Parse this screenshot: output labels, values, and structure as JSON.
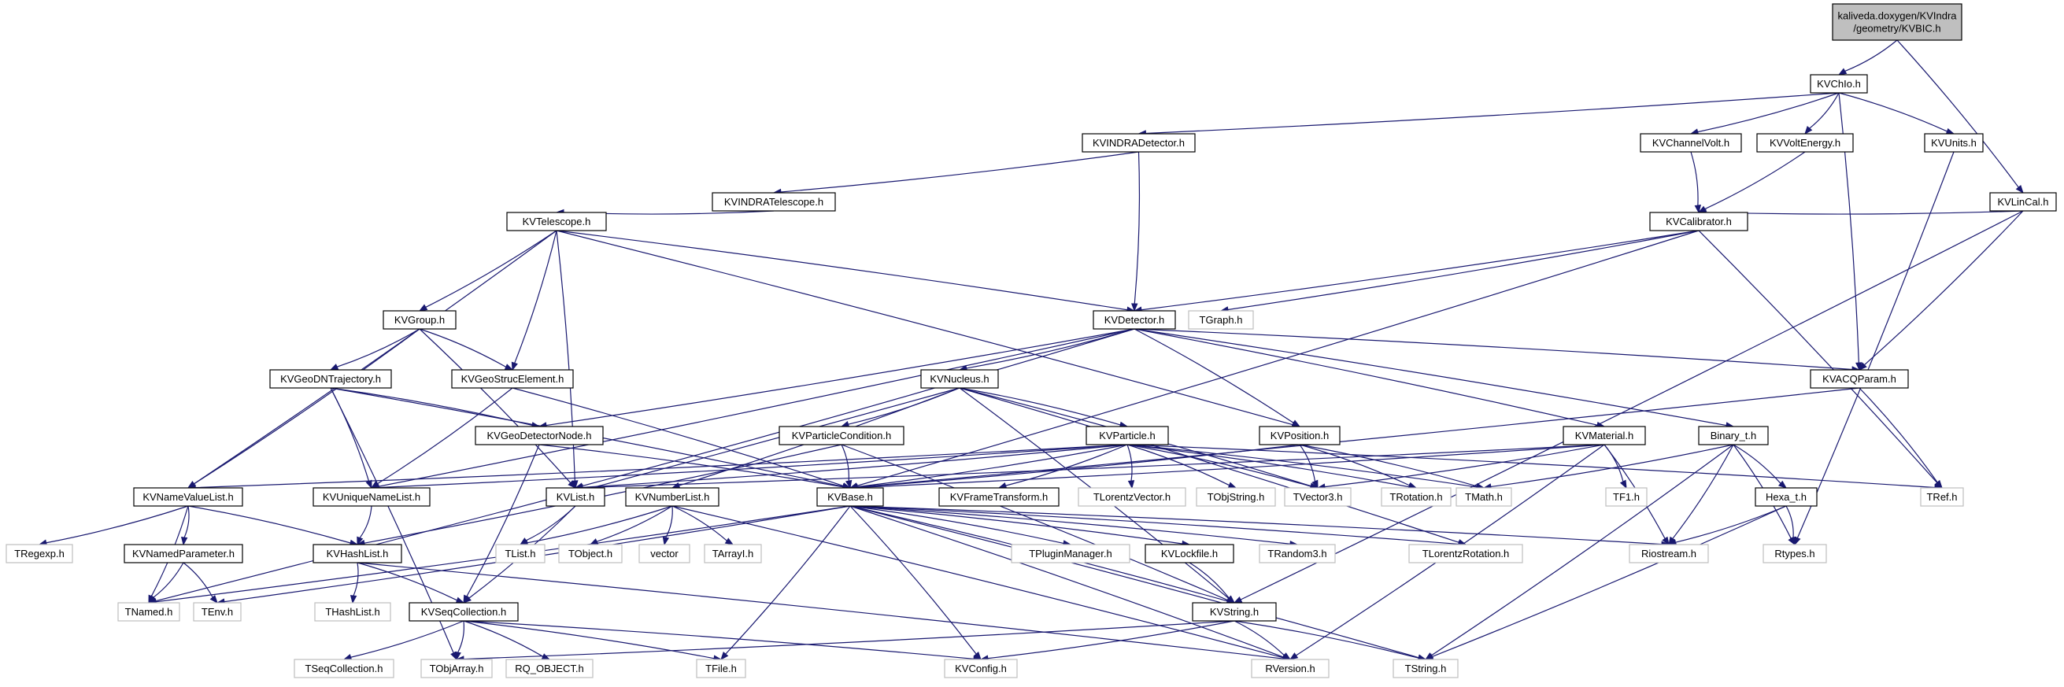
{
  "diagram": {
    "type": "include-dependency-graph",
    "colors": {
      "edge": "#191970",
      "root_fill": "#bfbfbf",
      "node_border": "#000000",
      "external_border": "#bfbfbf",
      "background": "#ffffff"
    },
    "nodes": [
      {
        "id": "root",
        "lines": [
          "kaliveda.doxygen/KVIndra",
          "/geometry/KVBIC.h"
        ],
        "kind": "root"
      },
      {
        "id": "KVChIo",
        "lines": [
          "KVChIo.h"
        ],
        "kind": "doc"
      },
      {
        "id": "KVLinCal",
        "lines": [
          "KVLinCal.h"
        ],
        "kind": "doc"
      },
      {
        "id": "KVINDRADetector",
        "lines": [
          "KVINDRADetector.h"
        ],
        "kind": "doc"
      },
      {
        "id": "KVChannelVolt",
        "lines": [
          "KVChannelVolt.h"
        ],
        "kind": "doc"
      },
      {
        "id": "KVVoltEnergy",
        "lines": [
          "KVVoltEnergy.h"
        ],
        "kind": "doc"
      },
      {
        "id": "KVUnits",
        "lines": [
          "KVUnits.h"
        ],
        "kind": "doc"
      },
      {
        "id": "KVINDRATelescope",
        "lines": [
          "KVINDRATelescope.h"
        ],
        "kind": "doc"
      },
      {
        "id": "KVCalibrator",
        "lines": [
          "KVCalibrator.h"
        ],
        "kind": "doc"
      },
      {
        "id": "KVTelescope",
        "lines": [
          "KVTelescope.h"
        ],
        "kind": "doc"
      },
      {
        "id": "KVGroup",
        "lines": [
          "KVGroup.h"
        ],
        "kind": "doc"
      },
      {
        "id": "KVDetector",
        "lines": [
          "KVDetector.h"
        ],
        "kind": "doc"
      },
      {
        "id": "TGraph",
        "lines": [
          "TGraph.h"
        ],
        "kind": "ext"
      },
      {
        "id": "KVGeoDNTrajectory",
        "lines": [
          "KVGeoDNTrajectory.h"
        ],
        "kind": "doc"
      },
      {
        "id": "KVGeoStrucElement",
        "lines": [
          "KVGeoStrucElement.h"
        ],
        "kind": "doc"
      },
      {
        "id": "KVNucleus",
        "lines": [
          "KVNucleus.h"
        ],
        "kind": "doc"
      },
      {
        "id": "KVACQParam",
        "lines": [
          "KVACQParam.h"
        ],
        "kind": "doc"
      },
      {
        "id": "KVGeoDetectorNode",
        "lines": [
          "KVGeoDetectorNode.h"
        ],
        "kind": "doc"
      },
      {
        "id": "KVParticleCondition",
        "lines": [
          "KVParticleCondition.h"
        ],
        "kind": "doc"
      },
      {
        "id": "KVParticle",
        "lines": [
          "KVParticle.h"
        ],
        "kind": "doc"
      },
      {
        "id": "KVPosition",
        "lines": [
          "KVPosition.h"
        ],
        "kind": "doc"
      },
      {
        "id": "KVMaterial",
        "lines": [
          "KVMaterial.h"
        ],
        "kind": "doc"
      },
      {
        "id": "Binary_t",
        "lines": [
          "Binary_t.h"
        ],
        "kind": "doc"
      },
      {
        "id": "KVNameValueList",
        "lines": [
          "KVNameValueList.h"
        ],
        "kind": "doc"
      },
      {
        "id": "KVUniqueNameList",
        "lines": [
          "KVUniqueNameList.h"
        ],
        "kind": "doc"
      },
      {
        "id": "KVList",
        "lines": [
          "KVList.h"
        ],
        "kind": "doc"
      },
      {
        "id": "KVNumberList",
        "lines": [
          "KVNumberList.h"
        ],
        "kind": "doc"
      },
      {
        "id": "KVBase",
        "lines": [
          "KVBase.h"
        ],
        "kind": "doc"
      },
      {
        "id": "KVFrameTransform",
        "lines": [
          "KVFrameTransform.h"
        ],
        "kind": "doc"
      },
      {
        "id": "TLorentzVector",
        "lines": [
          "TLorentzVector.h"
        ],
        "kind": "ext"
      },
      {
        "id": "TObjString",
        "lines": [
          "TObjString.h"
        ],
        "kind": "ext"
      },
      {
        "id": "TVector3",
        "lines": [
          "TVector3.h"
        ],
        "kind": "ext"
      },
      {
        "id": "TRotation",
        "lines": [
          "TRotation.h"
        ],
        "kind": "ext"
      },
      {
        "id": "TMath",
        "lines": [
          "TMath.h"
        ],
        "kind": "ext"
      },
      {
        "id": "TF1",
        "lines": [
          "TF1.h"
        ],
        "kind": "ext"
      },
      {
        "id": "Hexa_t",
        "lines": [
          "Hexa_t.h"
        ],
        "kind": "doc"
      },
      {
        "id": "TRef",
        "lines": [
          "TRef.h"
        ],
        "kind": "ext"
      },
      {
        "id": "TRegexp",
        "lines": [
          "TRegexp.h"
        ],
        "kind": "ext"
      },
      {
        "id": "KVNamedParameter",
        "lines": [
          "KVNamedParameter.h"
        ],
        "kind": "doc"
      },
      {
        "id": "KVHashList",
        "lines": [
          "KVHashList.h"
        ],
        "kind": "doc"
      },
      {
        "id": "TList",
        "lines": [
          "TList.h"
        ],
        "kind": "ext"
      },
      {
        "id": "TObject",
        "lines": [
          "TObject.h"
        ],
        "kind": "ext"
      },
      {
        "id": "vector",
        "lines": [
          "vector"
        ],
        "kind": "ext"
      },
      {
        "id": "TArrayI",
        "lines": [
          "TArrayI.h"
        ],
        "kind": "ext"
      },
      {
        "id": "TPluginManager",
        "lines": [
          "TPluginManager.h"
        ],
        "kind": "ext"
      },
      {
        "id": "KVLockfile",
        "lines": [
          "KVLockfile.h"
        ],
        "kind": "doc"
      },
      {
        "id": "TRandom3",
        "lines": [
          "TRandom3.h"
        ],
        "kind": "ext"
      },
      {
        "id": "TLorentzRotation",
        "lines": [
          "TLorentzRotation.h"
        ],
        "kind": "ext"
      },
      {
        "id": "Riostream",
        "lines": [
          "Riostream.h"
        ],
        "kind": "ext"
      },
      {
        "id": "Rtypes",
        "lines": [
          "Rtypes.h"
        ],
        "kind": "ext"
      },
      {
        "id": "TNamed",
        "lines": [
          "TNamed.h"
        ],
        "kind": "ext"
      },
      {
        "id": "TEnv",
        "lines": [
          "TEnv.h"
        ],
        "kind": "ext"
      },
      {
        "id": "THashList",
        "lines": [
          "THashList.h"
        ],
        "kind": "ext"
      },
      {
        "id": "KVSeqCollection",
        "lines": [
          "KVSeqCollection.h"
        ],
        "kind": "doc"
      },
      {
        "id": "KVString",
        "lines": [
          "KVString.h"
        ],
        "kind": "doc"
      },
      {
        "id": "TSeqCollection",
        "lines": [
          "TSeqCollection.h"
        ],
        "kind": "ext"
      },
      {
        "id": "TObjArray",
        "lines": [
          "TObjArray.h"
        ],
        "kind": "ext"
      },
      {
        "id": "RQ_OBJECT",
        "lines": [
          "RQ_OBJECT.h"
        ],
        "kind": "ext"
      },
      {
        "id": "TFile",
        "lines": [
          "TFile.h"
        ],
        "kind": "ext"
      },
      {
        "id": "KVConfig",
        "lines": [
          "KVConfig.h"
        ],
        "kind": "ext"
      },
      {
        "id": "RVersion",
        "lines": [
          "RVersion.h"
        ],
        "kind": "ext"
      },
      {
        "id": "TString",
        "lines": [
          "TString.h"
        ],
        "kind": "ext"
      }
    ],
    "edges": [
      [
        "root",
        "KVChIo"
      ],
      [
        "root",
        "KVLinCal"
      ],
      [
        "KVChIo",
        "KVINDRADetector"
      ],
      [
        "KVChIo",
        "KVChannelVolt"
      ],
      [
        "KVChIo",
        "KVVoltEnergy"
      ],
      [
        "KVChIo",
        "KVUnits"
      ],
      [
        "KVChIo",
        "KVACQParam"
      ],
      [
        "KVLinCal",
        "KVCalibrator"
      ],
      [
        "KVLinCal",
        "KVACQParam"
      ],
      [
        "KVLinCal",
        "KVString"
      ],
      [
        "KVINDRADetector",
        "KVINDRATelescope"
      ],
      [
        "KVINDRADetector",
        "KVDetector"
      ],
      [
        "KVChannelVolt",
        "KVCalibrator"
      ],
      [
        "KVVoltEnergy",
        "KVCalibrator"
      ],
      [
        "KVUnits",
        "Rtypes"
      ],
      [
        "KVINDRATelescope",
        "KVTelescope"
      ],
      [
        "KVCalibrator",
        "KVDetector"
      ],
      [
        "KVCalibrator",
        "TGraph"
      ],
      [
        "KVCalibrator",
        "KVBase"
      ],
      [
        "KVCalibrator",
        "TRef"
      ],
      [
        "KVTelescope",
        "KVGroup"
      ],
      [
        "KVTelescope",
        "KVGeoStrucElement"
      ],
      [
        "KVTelescope",
        "KVDetector"
      ],
      [
        "KVTelescope",
        "KVPosition"
      ],
      [
        "KVTelescope",
        "KVNameValueList"
      ],
      [
        "KVTelescope",
        "KVList"
      ],
      [
        "KVGroup",
        "KVGeoDNTrajectory"
      ],
      [
        "KVGroup",
        "KVGeoStrucElement"
      ],
      [
        "KVGroup",
        "KVNameValueList"
      ],
      [
        "KVGroup",
        "KVList"
      ],
      [
        "KVDetector",
        "KVNucleus"
      ],
      [
        "KVDetector",
        "KVACQParam"
      ],
      [
        "KVDetector",
        "KVPosition"
      ],
      [
        "KVDetector",
        "KVMaterial"
      ],
      [
        "KVDetector",
        "Binary_t"
      ],
      [
        "KVDetector",
        "KVGeoDetectorNode"
      ],
      [
        "KVDetector",
        "KVUniqueNameList"
      ],
      [
        "KVDetector",
        "KVList"
      ],
      [
        "KVGeoDNTrajectory",
        "KVGeoDetectorNode"
      ],
      [
        "KVGeoDNTrajectory",
        "KVUniqueNameList"
      ],
      [
        "KVGeoDNTrajectory",
        "KVBase"
      ],
      [
        "KVGeoDNTrajectory",
        "TObjArray"
      ],
      [
        "KVGeoStrucElement",
        "KVUniqueNameList"
      ],
      [
        "KVGeoStrucElement",
        "KVBase"
      ],
      [
        "KVNucleus",
        "KVParticle"
      ],
      [
        "KVNucleus",
        "KVParticleCondition"
      ],
      [
        "KVNucleus",
        "KVNumberList"
      ],
      [
        "KVNucleus",
        "KVString"
      ],
      [
        "KVNucleus",
        "TVector3"
      ],
      [
        "KVNucleus",
        "TNamed"
      ],
      [
        "KVNucleus",
        "TLorentzRotation"
      ],
      [
        "KVACQParam",
        "KVBase"
      ],
      [
        "KVACQParam",
        "TRef"
      ],
      [
        "KVGeoDetectorNode",
        "KVBase"
      ],
      [
        "KVGeoDetectorNode",
        "KVSeqCollection"
      ],
      [
        "KVParticleCondition",
        "KVBase"
      ],
      [
        "KVParticleCondition",
        "KVHashList"
      ],
      [
        "KVParticleCondition",
        "KVString"
      ],
      [
        "KVParticle",
        "KVBase"
      ],
      [
        "KVParticle",
        "KVFrameTransform"
      ],
      [
        "KVParticle",
        "TLorentzVector"
      ],
      [
        "KVParticle",
        "TObjString"
      ],
      [
        "KVParticle",
        "TVector3"
      ],
      [
        "KVParticle",
        "TRotation"
      ],
      [
        "KVParticle",
        "TMath"
      ],
      [
        "KVParticle",
        "KVNameValueList"
      ],
      [
        "KVParticle",
        "KVUniqueNameList"
      ],
      [
        "KVParticle",
        "KVList"
      ],
      [
        "KVParticle",
        "TRef"
      ],
      [
        "KVPosition",
        "TVector3"
      ],
      [
        "KVPosition",
        "TRotation"
      ],
      [
        "KVPosition",
        "TMath"
      ],
      [
        "KVPosition",
        "KVBase"
      ],
      [
        "KVMaterial",
        "KVBase"
      ],
      [
        "KVMaterial",
        "TF1"
      ],
      [
        "KVMaterial",
        "Riostream"
      ],
      [
        "KVMaterial",
        "RVersion"
      ],
      [
        "KVMaterial",
        "TVector3"
      ],
      [
        "KVMaterial",
        "KVList"
      ],
      [
        "Binary_t",
        "Hexa_t"
      ],
      [
        "Binary_t",
        "TMath"
      ],
      [
        "Binary_t",
        "Riostream"
      ],
      [
        "Binary_t",
        "Rtypes"
      ],
      [
        "Binary_t",
        "TString"
      ],
      [
        "KVNameValueList",
        "TRegexp"
      ],
      [
        "KVNameValueList",
        "KVNamedParameter"
      ],
      [
        "KVNameValueList",
        "KVHashList"
      ],
      [
        "KVNameValueList",
        "TNamed"
      ],
      [
        "KVUniqueNameList",
        "KVHashList"
      ],
      [
        "KVList",
        "TList"
      ],
      [
        "KVList",
        "KVSeqCollection"
      ],
      [
        "KVNumberList",
        "TList"
      ],
      [
        "KVNumberList",
        "TObject"
      ],
      [
        "KVNumberList",
        "vector"
      ],
      [
        "KVNumberList",
        "TArrayI"
      ],
      [
        "KVNumberList",
        "RVersion"
      ],
      [
        "KVBase",
        "TPluginManager"
      ],
      [
        "KVBase",
        "KVLockfile"
      ],
      [
        "KVBase",
        "TRandom3"
      ],
      [
        "KVBase",
        "TLorentzRotation"
      ],
      [
        "KVBase",
        "Riostream"
      ],
      [
        "KVBase",
        "TNamed"
      ],
      [
        "KVBase",
        "TEnv"
      ],
      [
        "KVBase",
        "TFile"
      ],
      [
        "KVBase",
        "KVConfig"
      ],
      [
        "KVBase",
        "RVersion"
      ],
      [
        "KVBase",
        "TString"
      ],
      [
        "KVBase",
        "KVString"
      ],
      [
        "Hexa_t",
        "Riostream"
      ],
      [
        "Hexa_t",
        "Rtypes"
      ],
      [
        "Hexa_t",
        "TString"
      ],
      [
        "KVNamedParameter",
        "TNamed"
      ],
      [
        "KVNamedParameter",
        "TEnv"
      ],
      [
        "KVHashList",
        "THashList"
      ],
      [
        "KVHashList",
        "KVSeqCollection"
      ],
      [
        "KVHashList",
        "RVersion"
      ],
      [
        "KVLockfile",
        "KVString"
      ],
      [
        "KVSeqCollection",
        "TSeqCollection"
      ],
      [
        "KVSeqCollection",
        "TObjArray"
      ],
      [
        "KVSeqCollection",
        "RQ_OBJECT"
      ],
      [
        "KVSeqCollection",
        "TFile"
      ],
      [
        "KVSeqCollection",
        "KVConfig"
      ],
      [
        "KVString",
        "TObjArray"
      ],
      [
        "KVString",
        "KVConfig"
      ],
      [
        "KVString",
        "RVersion"
      ],
      [
        "KVString",
        "TString"
      ]
    ]
  }
}
